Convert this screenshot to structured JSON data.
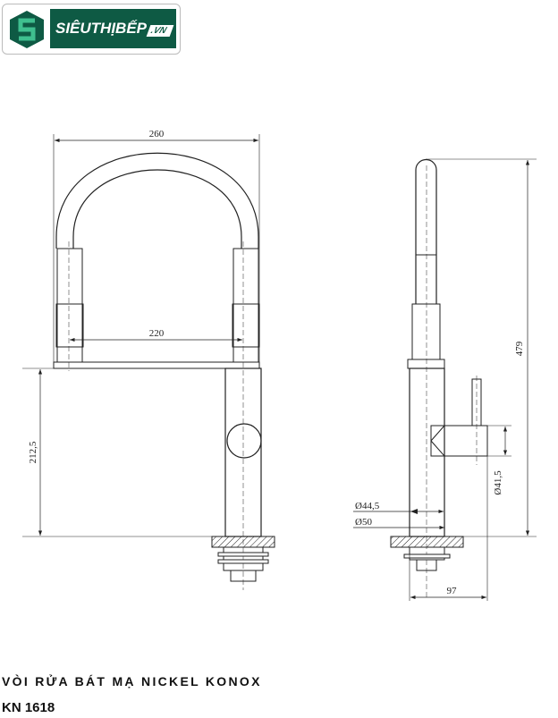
{
  "logo": {
    "text": "SIÊUTHỊBẾP",
    "suffix": ".VN",
    "brand_color": "#0e5a44"
  },
  "drawing": {
    "front": {
      "width_total": "260",
      "inner_width": "220",
      "height_body": "212,5"
    },
    "side": {
      "height_total": "479",
      "handle_dia": "41,5",
      "body_dia": "44,5",
      "base_dia": "50",
      "depth": "97",
      "dia_symbol": "Ø"
    }
  },
  "product": {
    "title": "VÒI RỬA BÁT MẠ NICKEL KONOX",
    "model": "KN 1618"
  }
}
